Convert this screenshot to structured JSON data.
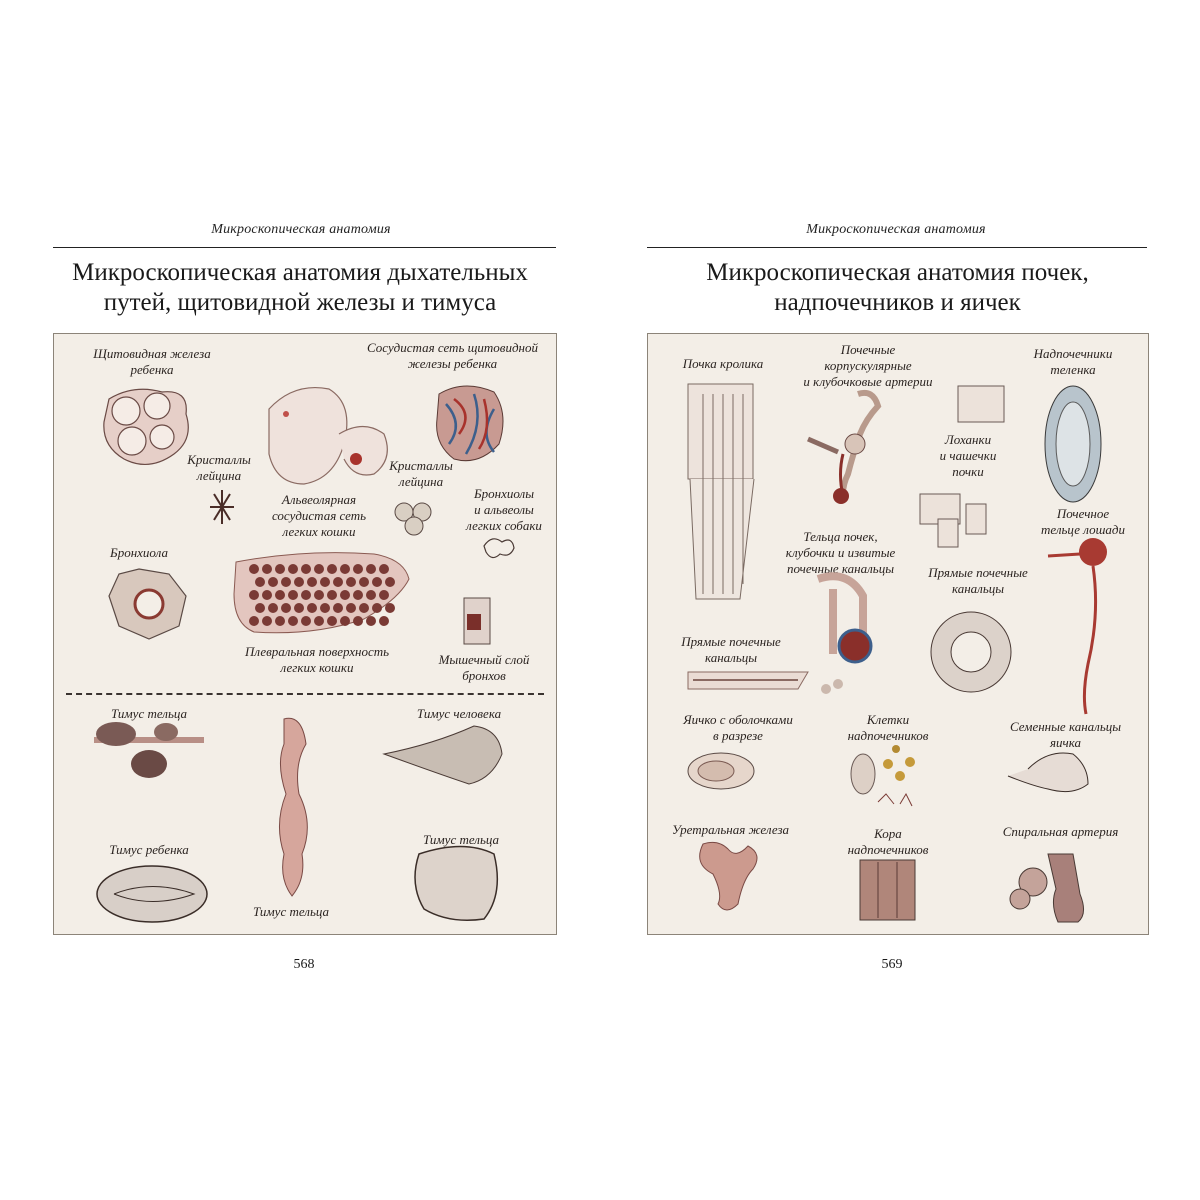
{
  "left_page": {
    "running_head": "Микроскопическая анатомия",
    "title_line1": "Микроскопическая анатомия дыхательных",
    "title_line2": "путей, щитовидной железы и тимуса",
    "page_number": "568",
    "labels": {
      "thyroid_child_1": "Щитовидная железа",
      "thyroid_child_2": "ребенка",
      "vascular_net_1": "Сосудистая сеть щитовидной",
      "vascular_net_2": "железы ребенка",
      "leydig_crystals_a_1": "Кристаллы",
      "leydig_crystals_a_2": "лейцина",
      "leydig_crystals_b_1": "Кристаллы",
      "leydig_crystals_b_2": "лейцина",
      "alveolar_net_1": "Альвеолярная",
      "alveolar_net_2": "сосудистая сеть",
      "alveolar_net_3": "легких кошки",
      "bronchioles_dog_1": "Бронхиолы",
      "bronchioles_dog_2": "и альвеолы",
      "bronchioles_dog_3": "легких собаки",
      "bronchiole": "Бронхиола",
      "pleural_1": "Плевральная поверхность",
      "pleural_2": "легких кошки",
      "muscle_1": "Мышечный слой",
      "muscle_2": "бронхов",
      "thymus_calf_a": "Тимус тельца",
      "thymus_human": "Тимус человека",
      "thymus_child": "Тимус ребенка",
      "thymus_calf_b": "Тимус тельца",
      "thymus_calf_c": "Тимус тельца"
    }
  },
  "right_page": {
    "running_head": "Микроскопическая анатомия",
    "title_line1": "Микроскопическая анатомия почек,",
    "title_line2": "надпочечников и яичек",
    "page_number": "569",
    "labels": {
      "rabbit_kidney": "Почка кролика",
      "renal_arteries_1": "Почечные",
      "renal_arteries_2": "корпускулярные",
      "renal_arteries_3": "и клубочковые артерии",
      "adrenal_calf_1": "Надпочечники",
      "adrenal_calf_2": "теленка",
      "pelvis_1": "Лоханки",
      "pelvis_2": "и чашечки",
      "pelvis_3": "почки",
      "horse_body_1": "Почечное",
      "horse_body_2": "тельце лошади",
      "bodies_1": "Тельца почек,",
      "bodies_2": "клубочки и извитые",
      "bodies_3": "почечные канальцы",
      "straight_a_1": "Прямые почечные",
      "straight_a_2": "канальцы",
      "straight_b_1": "Прямые почечные",
      "straight_b_2": "канальцы",
      "testis_1": "Яичко с оболочками",
      "testis_2": "в разрезе",
      "adrenal_cells_1": "Клетки",
      "adrenal_cells_2": "надпочечников",
      "seminal_1": "Семенные канальцы",
      "seminal_2": "яичка",
      "urethral": "Уретральная железа",
      "cortex_1": "Кора",
      "cortex_2": "надпочечников",
      "spiral": "Спиральная артерия"
    }
  },
  "colors": {
    "plate_bg": "#f3eee7",
    "ink": "#5a3a35",
    "tissue_pink": "#d9a9a0",
    "tissue_red": "#8f2f2a",
    "vessel_blue": "#3d5f8c"
  }
}
